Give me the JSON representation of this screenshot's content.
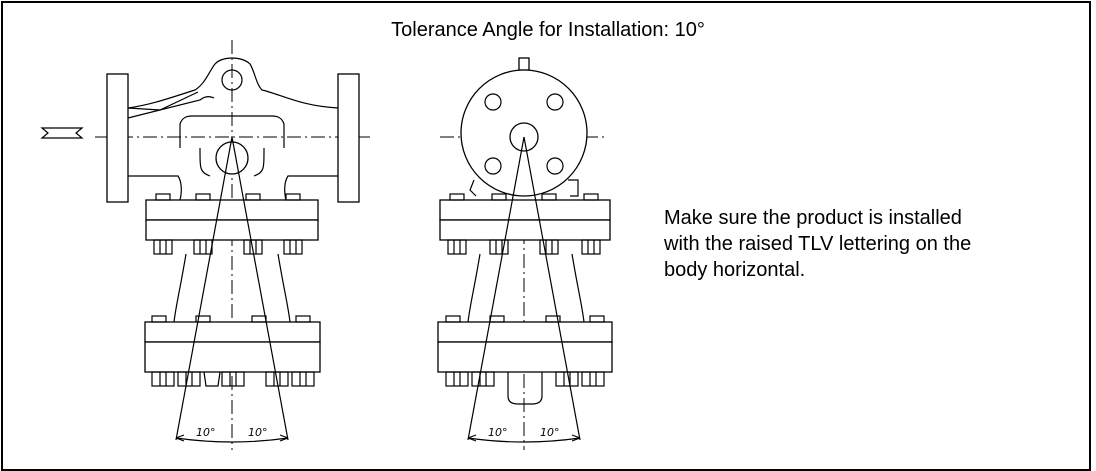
{
  "title": "Tolerance Angle for Installation: 10°",
  "note_lines": [
    "Make sure the product is installed",
    "with the raised TLV lettering on the",
    "body horizontal."
  ],
  "angles": {
    "front_left": "10°",
    "front_right": "10°",
    "side_left": "10°",
    "side_right": "10°"
  },
  "tolerance_angle_deg": 10
}
